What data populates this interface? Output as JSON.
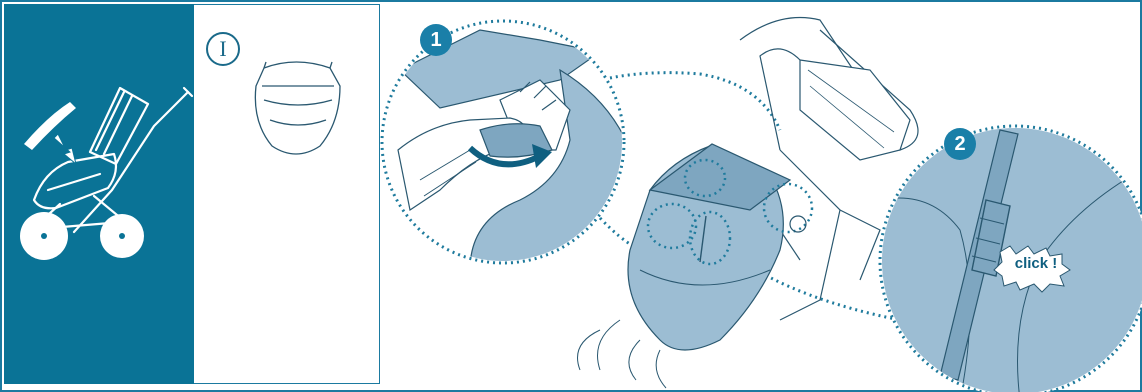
{
  "steps": {
    "roman_label": "I",
    "step1_badge": "1",
    "step2_badge": "2"
  },
  "callout": {
    "click_text": "click !"
  },
  "colors": {
    "teal_panel": "#0a7396",
    "frame_border": "#1b7aa0",
    "fabric_blue": "#9cbdd3",
    "fabric_blue_dark": "#7ea6c0",
    "line": "#2a5870",
    "badge": "#1a7fa8",
    "dotted": "#1f7b9d"
  },
  "icons": [
    "stroller-icon",
    "footmuff-icon",
    "arrow-icon",
    "curved-arrow-icon",
    "buckle-icon",
    "burst-icon"
  ]
}
